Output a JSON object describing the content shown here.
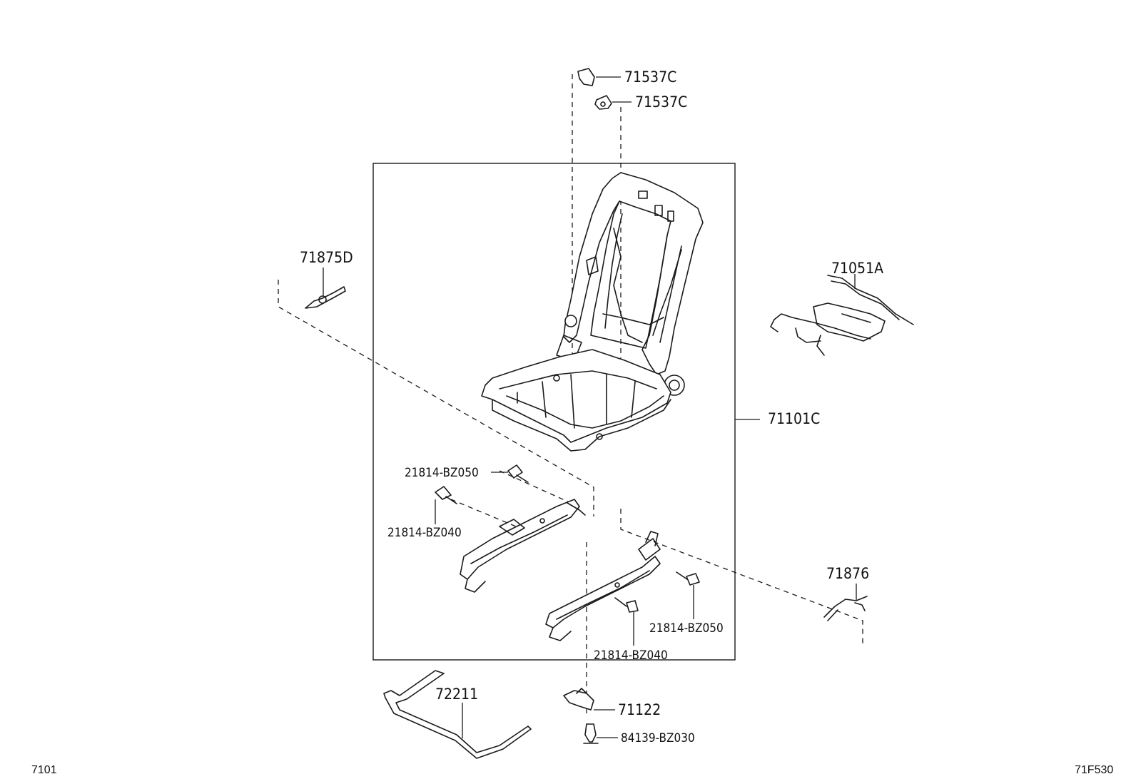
{
  "labels": {
    "p71537c_top": "71537C",
    "p71537c_bottom": "71537C",
    "p71875d": "71875D",
    "p71051a": "71051A",
    "p71101c": "71101C",
    "p21814_bz050_left": "21814-BZ050",
    "p21814_bz040_left": "21814-BZ040",
    "p21814_bz050_right": "21814-BZ050",
    "p21814_bz040_right": "21814-BZ040",
    "p71876": "71876",
    "p72211": "72211",
    "p71122": "71122",
    "p84139_bz030": "84139-BZ030"
  },
  "footer": {
    "page_ref": "7101",
    "figure_code": "71F530"
  }
}
